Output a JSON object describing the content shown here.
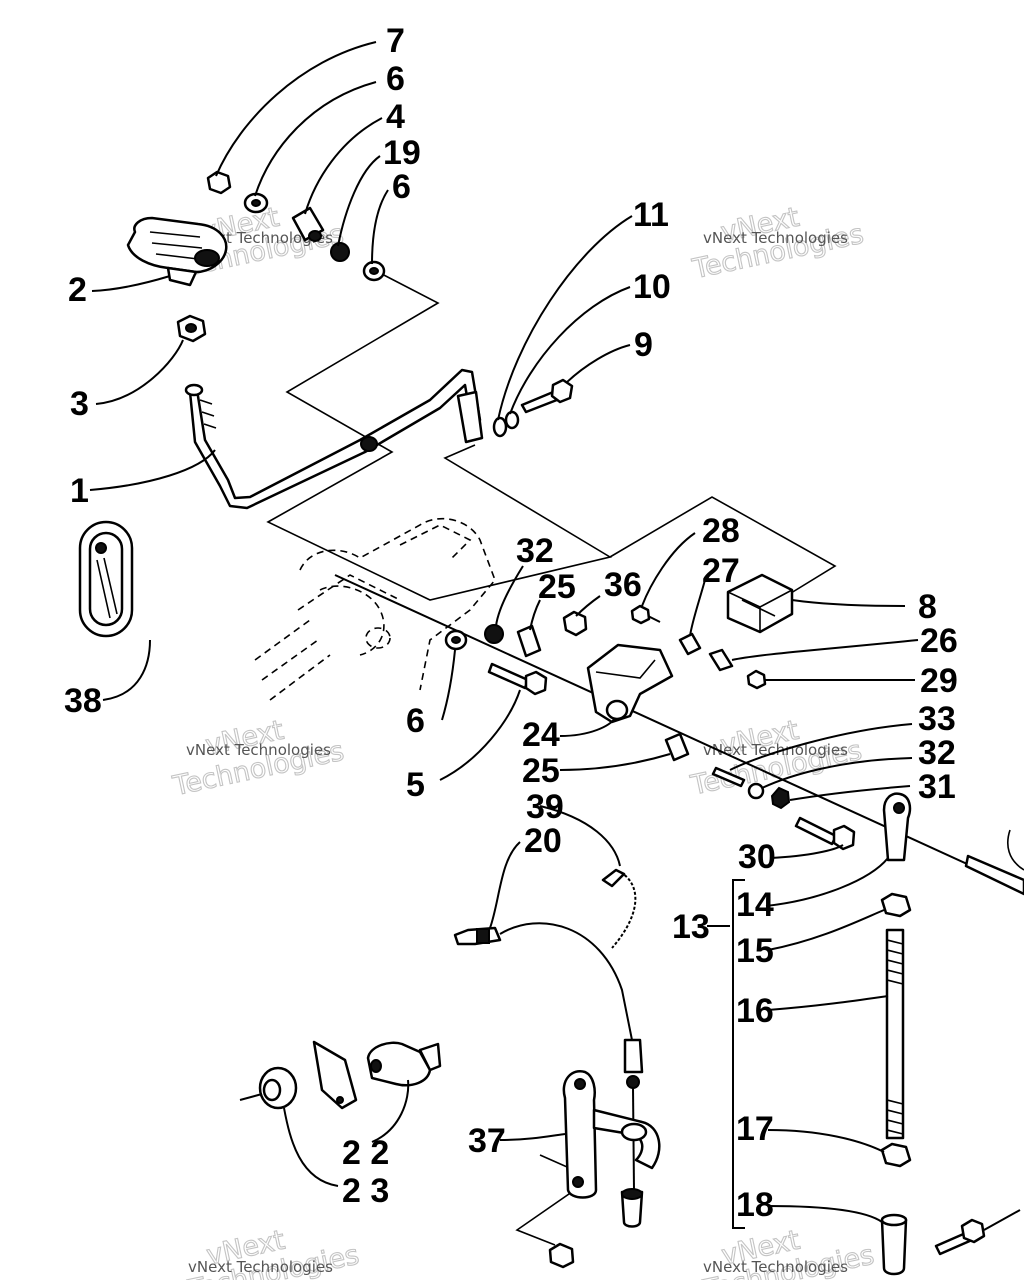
{
  "watermark": {
    "line1": "vNext",
    "line2": "Technologies",
    "small": "vNext Technologies"
  },
  "callouts": [
    {
      "id": "c7",
      "label": "7"
    },
    {
      "id": "c6a",
      "label": "6"
    },
    {
      "id": "c4",
      "label": "4"
    },
    {
      "id": "c19",
      "label": "19"
    },
    {
      "id": "c6b",
      "label": "6"
    },
    {
      "id": "c2",
      "label": "2"
    },
    {
      "id": "c3",
      "label": "3"
    },
    {
      "id": "c1",
      "label": "1"
    },
    {
      "id": "c11",
      "label": "11"
    },
    {
      "id": "c10",
      "label": "10"
    },
    {
      "id": "c9",
      "label": "9"
    },
    {
      "id": "c38",
      "label": "38"
    },
    {
      "id": "c32a",
      "label": "32"
    },
    {
      "id": "c25a",
      "label": "25"
    },
    {
      "id": "c36",
      "label": "36"
    },
    {
      "id": "c28",
      "label": "28"
    },
    {
      "id": "c27",
      "label": "27"
    },
    {
      "id": "c8",
      "label": "8"
    },
    {
      "id": "c26",
      "label": "26"
    },
    {
      "id": "c29",
      "label": "29"
    },
    {
      "id": "c6c",
      "label": "6"
    },
    {
      "id": "c5",
      "label": "5"
    },
    {
      "id": "c24",
      "label": "24"
    },
    {
      "id": "c25b",
      "label": "25"
    },
    {
      "id": "c33",
      "label": "33"
    },
    {
      "id": "c32b",
      "label": "32"
    },
    {
      "id": "c31",
      "label": "31"
    },
    {
      "id": "c39",
      "label": "39"
    },
    {
      "id": "c20",
      "label": "20"
    },
    {
      "id": "c30",
      "label": "30"
    },
    {
      "id": "c13",
      "label": "13"
    },
    {
      "id": "c14",
      "label": "14"
    },
    {
      "id": "c15",
      "label": "15"
    },
    {
      "id": "c16",
      "label": "16"
    },
    {
      "id": "c17",
      "label": "17"
    },
    {
      "id": "c18",
      "label": "18"
    },
    {
      "id": "c37",
      "label": "37"
    },
    {
      "id": "c22",
      "label": "2 2"
    },
    {
      "id": "c23",
      "label": "2 3"
    }
  ]
}
